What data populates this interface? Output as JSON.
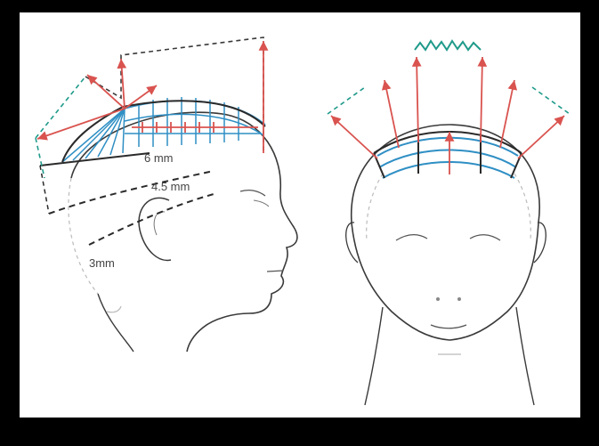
{
  "diagram": {
    "labels": {
      "top_guide": "6 mm",
      "middle_guide": "4.5 mm",
      "bottom_guide": "3mm"
    },
    "colors": {
      "background": "#000000",
      "canvas": "#ffffff",
      "outline": "#3a3a3a",
      "guide_line": "#2a2a2a",
      "section_blue": "#2f8fc4",
      "elevation_red": "#d9534f",
      "projection_green": "#1f9a8a",
      "face_detail": "#555555"
    }
  }
}
